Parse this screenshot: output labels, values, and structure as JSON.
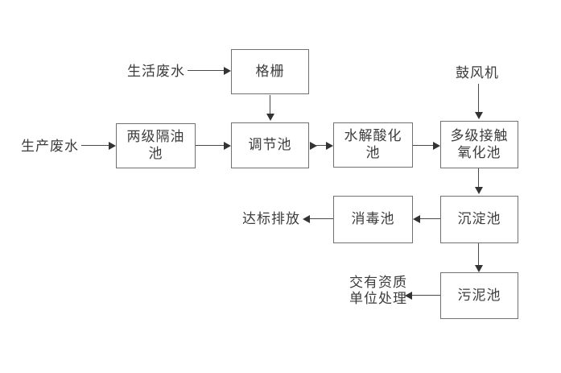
{
  "diagram": {
    "kind": "process-flowchart",
    "subject": "wastewater-treatment-process",
    "nodes": {
      "grille": {
        "label": "格栅"
      },
      "oil_separator": {
        "label": "两级隔油池"
      },
      "regulating_tank": {
        "label": "调节池"
      },
      "hydrolysis_tank": {
        "label": "水解酸化池"
      },
      "contact_oxidation_tank": {
        "label": "多级接触氧化池"
      },
      "sedimentation_tank": {
        "label": "沉淀池"
      },
      "disinfection_tank": {
        "label": "消毒池"
      },
      "sludge_tank": {
        "label": "污泥池"
      }
    },
    "labels": {
      "domestic_wastewater": "生活废水",
      "production_wastewater": "生产废水",
      "blower": "鼓风机",
      "standard_discharge": "达标排放",
      "qualified_unit_line1": "交有资质",
      "qualified_unit_line2": "单位处理"
    },
    "colors": {
      "background": "#ffffff",
      "box_border": "#707070",
      "arrow_line": "#4a4a4a",
      "text": "#3c3c3c"
    }
  }
}
